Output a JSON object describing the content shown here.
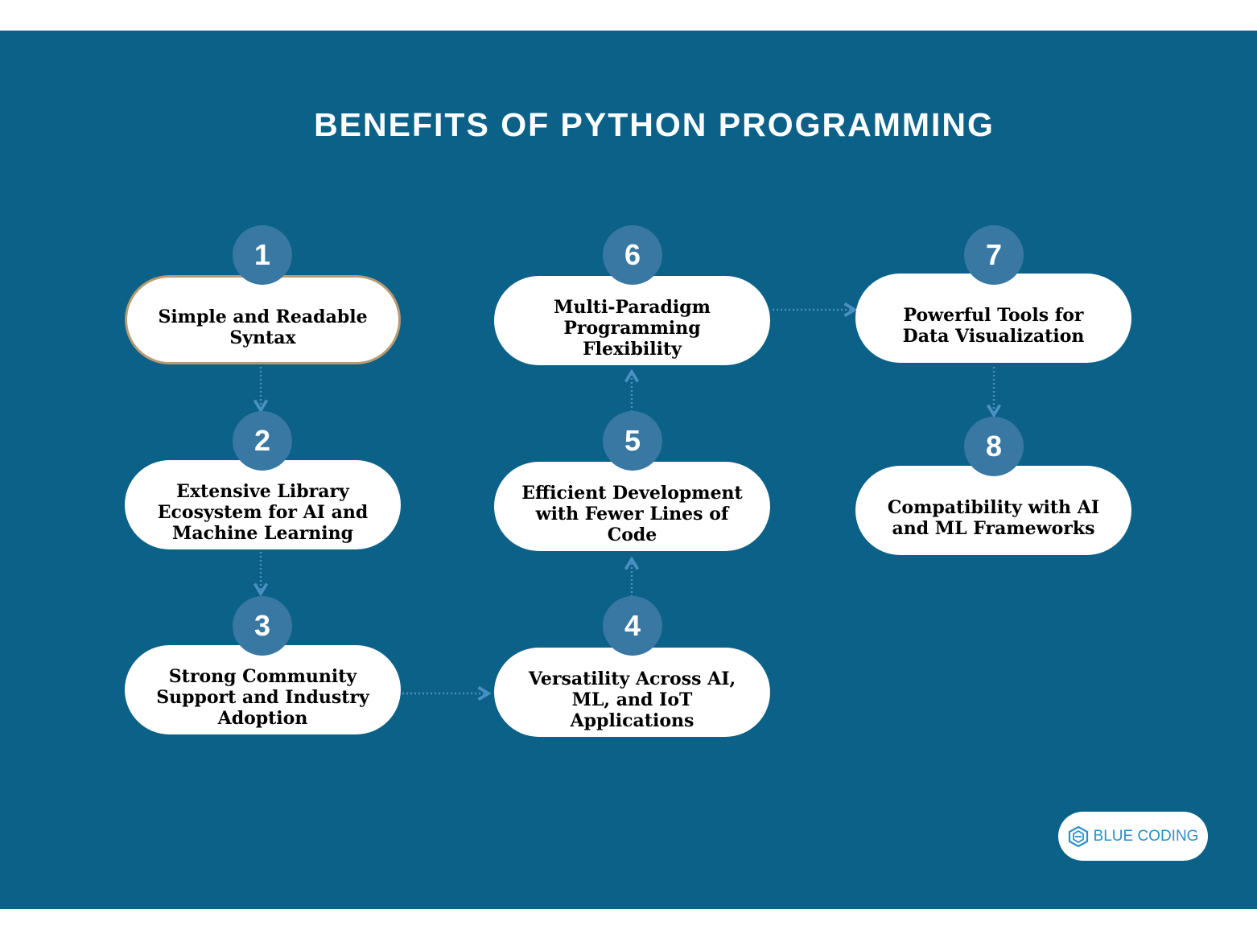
{
  "title": "BENEFITS OF PYTHON PROGRAMMING",
  "steps": [
    {
      "number": "1",
      "label": "Simple and Readable Syntax"
    },
    {
      "number": "2",
      "label": "Extensive Library Ecosystem for AI and Machine Learning"
    },
    {
      "number": "3",
      "label": "Strong Community Support and Industry Adoption"
    },
    {
      "number": "4",
      "label": "Versatility Across AI, ML, and IoT Applications"
    },
    {
      "number": "5",
      "label": "Efficient Development with Fewer Lines of Code"
    },
    {
      "number": "6",
      "label": "Multi-Paradigm Programming Flexibility"
    },
    {
      "number": "7",
      "label": "Powerful Tools for Data Visualization"
    },
    {
      "number": "8",
      "label": "Compatibility with AI and ML Frameworks"
    }
  ],
  "logo": {
    "text": "BLUE CODING",
    "icon": "hexagon-logo-icon"
  },
  "colors": {
    "background": "#0b6187",
    "circle": "#3878a3",
    "accent_border": "#b89b72",
    "logo": "#2a8fc9"
  }
}
